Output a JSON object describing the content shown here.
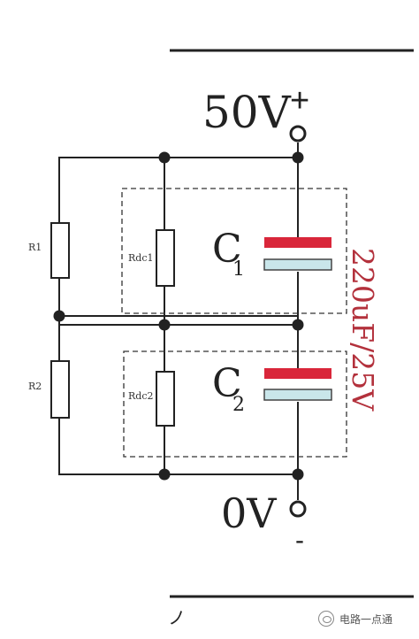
{
  "supply": {
    "top_voltage": "50V",
    "top_polarity": "+",
    "bottom_voltage": "0V",
    "bottom_polarity": "-"
  },
  "resistors": {
    "r1": "R1",
    "r2": "R2",
    "rdc1": "Rdc1",
    "rdc2": "Rdc2"
  },
  "capacitors": {
    "c1_letter": "C",
    "c1_sub": "1",
    "c2_letter": "C",
    "c2_sub": "2",
    "rating": "220uF/25V"
  },
  "corner_mark": "ノ",
  "watermark": "电路一点通",
  "colors": {
    "capacitor_plate_positive": "#d9263a",
    "capacitor_plate_negative": "#c9e6ea",
    "rating_text": "#b3313c",
    "wire": "#222222"
  }
}
